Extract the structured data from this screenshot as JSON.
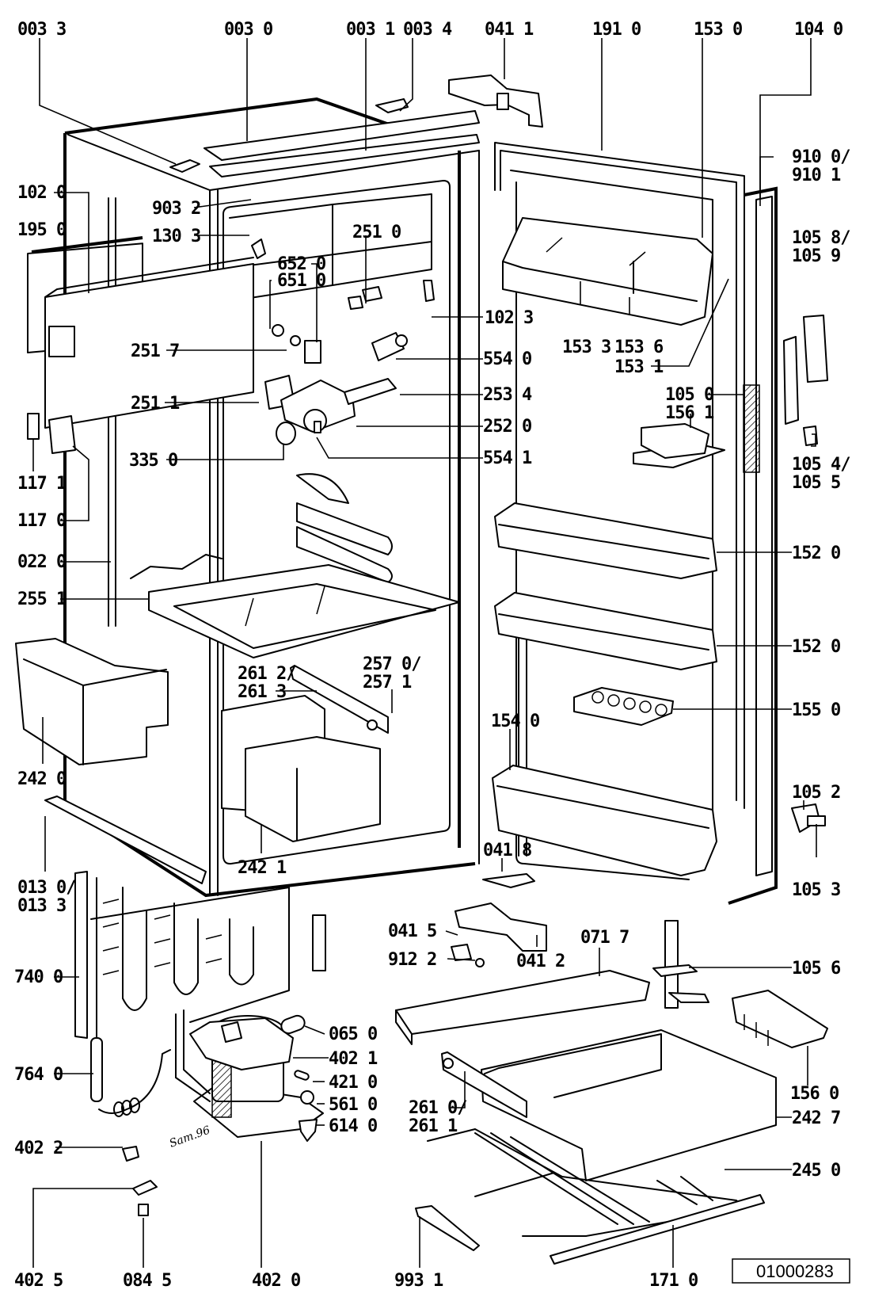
{
  "diagram": {
    "type": "exploded-parts-view",
    "subject": "refrigerator",
    "document_number": "01000283",
    "signature": "Sam.96",
    "labels": [
      {
        "id": "p0033",
        "text": "003 3"
      },
      {
        "id": "p0030",
        "text": "003 0"
      },
      {
        "id": "p0031",
        "text": "003 1"
      },
      {
        "id": "p0034",
        "text": "003 4"
      },
      {
        "id": "p0411",
        "text": "041 1"
      },
      {
        "id": "p1910",
        "text": "191 0"
      },
      {
        "id": "p1530",
        "text": "153 0"
      },
      {
        "id": "p1040",
        "text": "104 0"
      },
      {
        "id": "p9100",
        "text": "910 0/"
      },
      {
        "id": "p9101",
        "text": "910 1"
      },
      {
        "id": "p1020",
        "text": "102 0"
      },
      {
        "id": "p9032",
        "text": "903 2"
      },
      {
        "id": "p1950",
        "text": "195 0"
      },
      {
        "id": "p1303",
        "text": "130 3"
      },
      {
        "id": "p2510",
        "text": "251 0"
      },
      {
        "id": "p1058",
        "text": "105 8/"
      },
      {
        "id": "p1059",
        "text": "105 9"
      },
      {
        "id": "p6520",
        "text": "652 0"
      },
      {
        "id": "p6510",
        "text": "651 0"
      },
      {
        "id": "p1023",
        "text": "102 3"
      },
      {
        "id": "p2517",
        "text": "251 7"
      },
      {
        "id": "p5540",
        "text": "554 0"
      },
      {
        "id": "p1533",
        "text": "153 3"
      },
      {
        "id": "p1536",
        "text": "153 6"
      },
      {
        "id": "p1531",
        "text": "153 1"
      },
      {
        "id": "p2534",
        "text": "253 4"
      },
      {
        "id": "p2511",
        "text": "251 1"
      },
      {
        "id": "p1050",
        "text": "105 0"
      },
      {
        "id": "p1561",
        "text": "156 1"
      },
      {
        "id": "p2520",
        "text": "252 0"
      },
      {
        "id": "p3350",
        "text": "335 0"
      },
      {
        "id": "p5541",
        "text": "554 1"
      },
      {
        "id": "p1054",
        "text": "105 4/"
      },
      {
        "id": "p1055",
        "text": "105 5"
      },
      {
        "id": "p1171",
        "text": "117 1"
      },
      {
        "id": "p1170",
        "text": "117 0"
      },
      {
        "id": "p1520a",
        "text": "152 0"
      },
      {
        "id": "p0220",
        "text": "022 0"
      },
      {
        "id": "p2551",
        "text": "255 1"
      },
      {
        "id": "p1520b",
        "text": "152 0"
      },
      {
        "id": "p2612",
        "text": "261 2/"
      },
      {
        "id": "p2613",
        "text": "261 3"
      },
      {
        "id": "p2570",
        "text": "257 0/"
      },
      {
        "id": "p2571",
        "text": "257 1"
      },
      {
        "id": "p1550",
        "text": "155 0"
      },
      {
        "id": "p1540",
        "text": "154 0"
      },
      {
        "id": "p2420",
        "text": "242 0"
      },
      {
        "id": "p1052",
        "text": "105 2"
      },
      {
        "id": "p2421",
        "text": "242 1"
      },
      {
        "id": "p0418",
        "text": "041 8"
      },
      {
        "id": "p0130",
        "text": "013 0/"
      },
      {
        "id": "p0133",
        "text": "013 3"
      },
      {
        "id": "p1053",
        "text": "105 3"
      },
      {
        "id": "p0415",
        "text": "041 5"
      },
      {
        "id": "p0717",
        "text": "071 7"
      },
      {
        "id": "p9122",
        "text": "912 2"
      },
      {
        "id": "p0412",
        "text": "041 2"
      },
      {
        "id": "p7400",
        "text": "740 0"
      },
      {
        "id": "p1056",
        "text": "105 6"
      },
      {
        "id": "p0650",
        "text": "065 0"
      },
      {
        "id": "p4021",
        "text": "402 1"
      },
      {
        "id": "p7640",
        "text": "764 0"
      },
      {
        "id": "p4210",
        "text": "421 0"
      },
      {
        "id": "p5610",
        "text": "561 0"
      },
      {
        "id": "p2610",
        "text": "261 0/"
      },
      {
        "id": "p2611",
        "text": "261 1"
      },
      {
        "id": "p1560",
        "text": "156 0"
      },
      {
        "id": "p6140",
        "text": "614 0"
      },
      {
        "id": "p2427",
        "text": "242 7"
      },
      {
        "id": "p4022",
        "text": "402 2"
      },
      {
        "id": "p2450",
        "text": "245 0"
      },
      {
        "id": "p4025",
        "text": "402 5"
      },
      {
        "id": "p0845",
        "text": "084 5"
      },
      {
        "id": "p4020",
        "text": "402 0"
      },
      {
        "id": "p9931",
        "text": "993 1"
      },
      {
        "id": "p1710",
        "text": "171 0"
      }
    ]
  }
}
